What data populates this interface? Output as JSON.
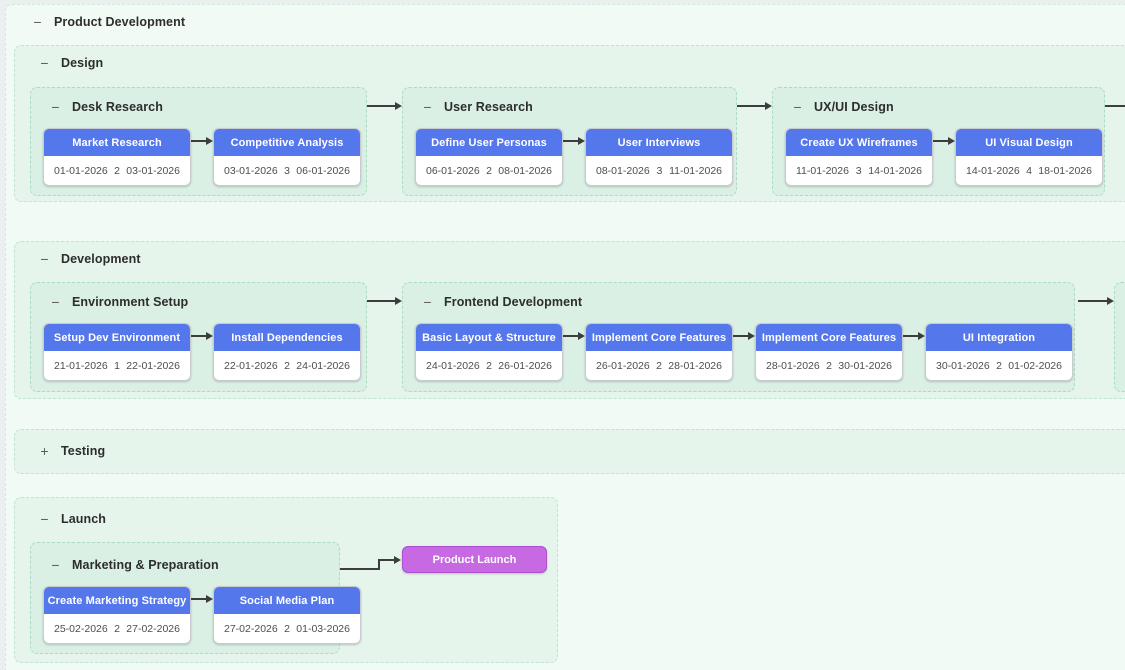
{
  "root": {
    "toggle_icon": "−",
    "label": "Product Development"
  },
  "sections": [
    {
      "label": "Design",
      "toggle_icon": "−",
      "groups": [
        {
          "label": "Desk Research",
          "toggle_icon": "−",
          "tasks": [
            {
              "name": "Market Research",
              "start": "01-01-2026",
              "duration": "2",
              "end": "03-01-2026"
            },
            {
              "name": "Competitive Analysis",
              "start": "03-01-2026",
              "duration": "3",
              "end": "06-01-2026"
            }
          ]
        },
        {
          "label": "User Research",
          "toggle_icon": "−",
          "tasks": [
            {
              "name": "Define User Personas",
              "start": "06-01-2026",
              "duration": "2",
              "end": "08-01-2026"
            },
            {
              "name": "User Interviews",
              "start": "08-01-2026",
              "duration": "3",
              "end": "11-01-2026"
            }
          ]
        },
        {
          "label": "UX/UI Design",
          "toggle_icon": "−",
          "tasks": [
            {
              "name": "Create UX Wireframes",
              "start": "11-01-2026",
              "duration": "3",
              "end": "14-01-2026"
            },
            {
              "name": "UI Visual Design",
              "start": "14-01-2026",
              "duration": "4",
              "end": "18-01-2026"
            }
          ]
        }
      ]
    },
    {
      "label": "Development",
      "toggle_icon": "−",
      "groups": [
        {
          "label": "Environment Setup",
          "toggle_icon": "−",
          "tasks": [
            {
              "name": "Setup Dev Environment",
              "start": "21-01-2026",
              "duration": "1",
              "end": "22-01-2026"
            },
            {
              "name": "Install Dependencies",
              "start": "22-01-2026",
              "duration": "2",
              "end": "24-01-2026"
            }
          ]
        },
        {
          "label": "Frontend Development",
          "toggle_icon": "−",
          "tasks": [
            {
              "name": "Basic Layout & Structure",
              "start": "24-01-2026",
              "duration": "2",
              "end": "26-01-2026"
            },
            {
              "name": "Implement Core Features",
              "start": "26-01-2026",
              "duration": "2",
              "end": "28-01-2026"
            },
            {
              "name": "Implement Core Features",
              "start": "28-01-2026",
              "duration": "2",
              "end": "30-01-2026"
            },
            {
              "name": "UI Integration",
              "start": "30-01-2026",
              "duration": "2",
              "end": "01-02-2026"
            }
          ]
        }
      ]
    },
    {
      "label": "Testing",
      "toggle_icon": "+",
      "collapsed": true
    },
    {
      "label": "Launch",
      "toggle_icon": "−",
      "groups": [
        {
          "label": "Marketing & Preparation",
          "toggle_icon": "−",
          "tasks": [
            {
              "name": "Create Marketing Strategy",
              "start": "25-02-2026",
              "duration": "2",
              "end": "27-02-2026"
            },
            {
              "name": "Social Media Plan",
              "start": "27-02-2026",
              "duration": "2",
              "end": "01-03-2026"
            }
          ]
        }
      ],
      "milestone": {
        "name": "Product Launch"
      }
    }
  ],
  "colors": {
    "level1_bg": "#f2faf6",
    "level2_bg": "#e6f5ec",
    "level3_bg": "#daf0e4",
    "dashed_border": "#aadcbf",
    "task_header_blue": "#5477ec",
    "milestone_purple": "#c769e3",
    "arrow": "#3d3d3d",
    "card_bg": "#ffffff"
  }
}
